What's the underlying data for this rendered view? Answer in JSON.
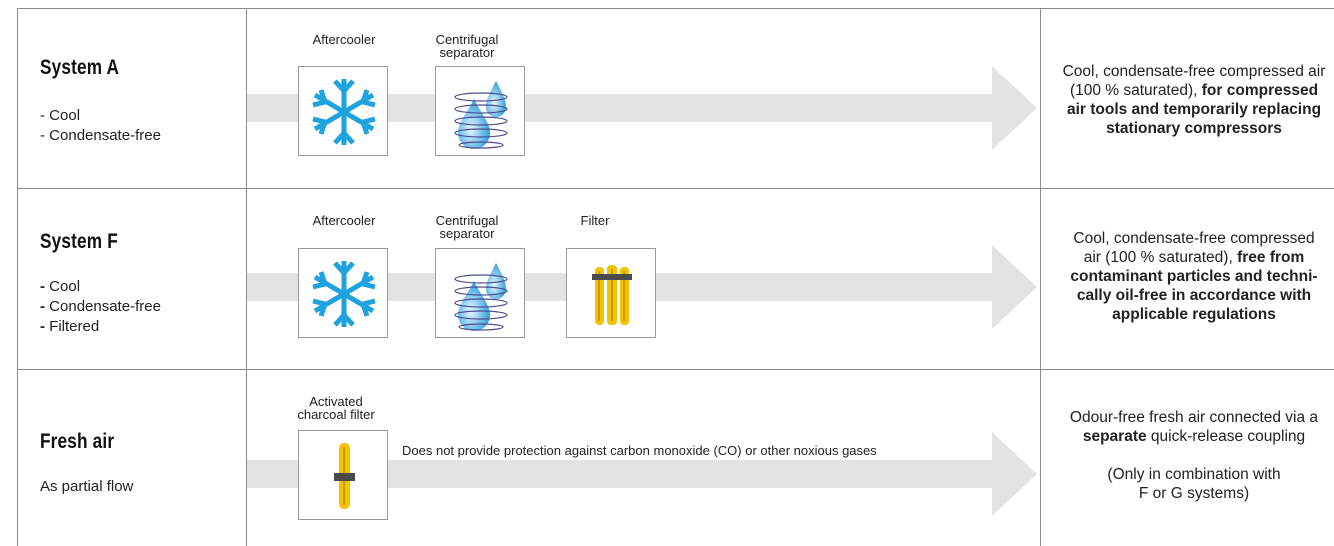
{
  "rows": [
    {
      "title": "System A",
      "features": [
        "Cool",
        "Condensate-free"
      ],
      "components": [
        "Aftercooler",
        "Centrifugal separator"
      ],
      "result": {
        "line1": "Cool, condensate-free compressed air",
        "line2a": "(100 % saturated), ",
        "line2b": "for compressed",
        "line3": "air tools and temporarily replacing",
        "line4": "stationary compressors"
      }
    },
    {
      "title": "System F",
      "features": [
        "Cool",
        "Condensate-free",
        "Filtered"
      ],
      "components": [
        "Aftercooler",
        "Centrifugal separator",
        "Filter"
      ],
      "result": {
        "line1": "Cool, condensate-free compressed",
        "line2a": "air (100 % saturated), ",
        "line2b": "free from",
        "line3": "contaminant particles and techni-",
        "line4": "cally oil-free in accordance with",
        "line5": "applicable regulations"
      }
    },
    {
      "title": "Fresh air",
      "subtitle": "As partial flow",
      "components": [
        "Activated charcoal filter"
      ],
      "note": "Does not provide protection against carbon monoxide (CO) or other noxious gases",
      "result": {
        "line1": "Odour-free fresh air connected via a",
        "line2a": "separate",
        "line2b": " quick-release coupling",
        "line3": "(Only in combination with",
        "line4": "F or G systems)"
      }
    }
  ],
  "icons": [
    "snowflake-icon",
    "water-drop-separator-icon",
    "filter-cartridge-icon",
    "charcoal-filter-icon"
  ],
  "colors": {
    "arrow": "#e3e3e3",
    "snowflake": "#1fa2e0",
    "filter": "#f2c400",
    "grid": "#8a8a8a"
  }
}
